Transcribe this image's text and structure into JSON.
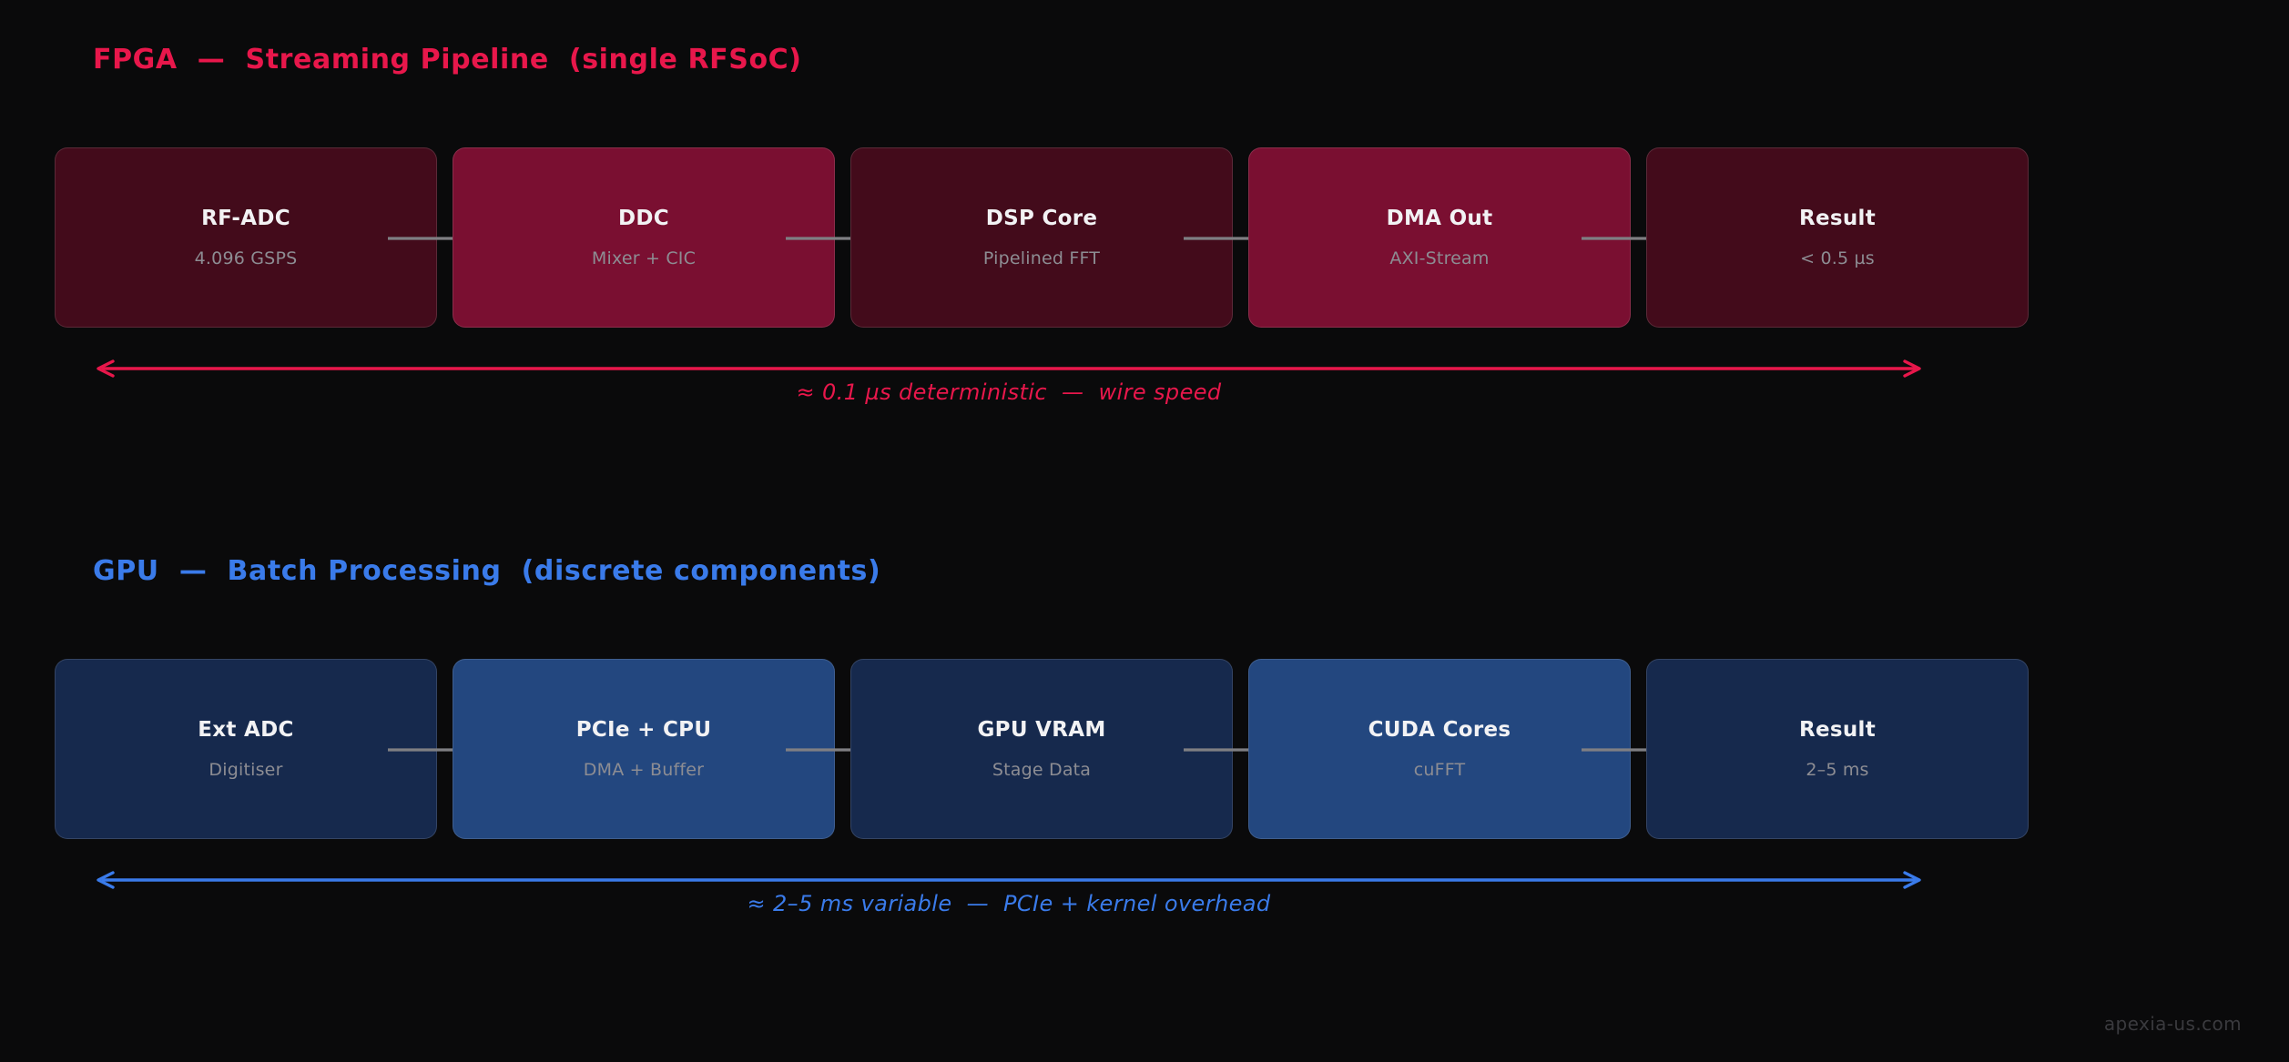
{
  "page": {
    "background": "#0a0a0b",
    "watermark": "apexia-us.com"
  },
  "sections": [
    {
      "id": "fpga",
      "title": "FPGA  —  Streaming Pipeline  (single RFSoC)",
      "accent": "#e8174b",
      "box_dark": "#430b1b",
      "box_bright": "#7a0f31",
      "stages": [
        {
          "title": "RF-ADC",
          "sub": "4.096 GSPS",
          "shade": "dark"
        },
        {
          "title": "DDC",
          "sub": "Mixer + CIC",
          "shade": "bright"
        },
        {
          "title": "DSP Core",
          "sub": "Pipelined FFT",
          "shade": "dark"
        },
        {
          "title": "DMA Out",
          "sub": "AXI-Stream",
          "shade": "bright"
        },
        {
          "title": "Result",
          "sub": "< 0.5 µs",
          "shade": "dark"
        }
      ],
      "latency": {
        "label": "≈ 0.1 µs deterministic  —  wire speed",
        "color": "#e8174b"
      }
    },
    {
      "id": "gpu",
      "title": "GPU  —  Batch Processing  (discrete components)",
      "accent": "#3a7bea",
      "box_dark": "#152banonsense",
      "box_dark_hex": "#16294d",
      "box_bright": "#23477f",
      "stages": [
        {
          "title": "Ext ADC",
          "sub": "Digitiser",
          "shade": "dark"
        },
        {
          "title": "PCIe + CPU",
          "sub": "DMA + Buffer",
          "shade": "bright"
        },
        {
          "title": "GPU VRAM",
          "sub": "Stage Data",
          "shade": "dark"
        },
        {
          "title": "CUDA Cores",
          "sub": "cuFFT",
          "shade": "bright"
        },
        {
          "title": "Result",
          "sub": "2–5 ms",
          "shade": "dark"
        }
      ],
      "latency": {
        "label": "≈ 2–5 ms variable  —  PCIe + kernel overhead",
        "color": "#3a7bea"
      }
    }
  ],
  "connector": {
    "color": "#7f7f83",
    "icon": "arrow-right-icon",
    "count_per_row": 4
  }
}
